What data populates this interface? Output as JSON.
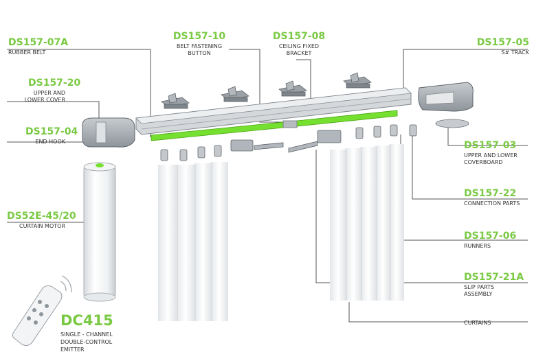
{
  "colors": {
    "accent": "#7ac943",
    "belt": "#76e030",
    "leader": "#555555",
    "text": "#333333"
  },
  "parts": [
    {
      "code": "DS157-07A",
      "desc": [
        "RUBBER BELT"
      ]
    },
    {
      "code": "DS157-20",
      "desc": [
        "UPPER AND",
        "LOWER COVER"
      ]
    },
    {
      "code": "DS157-04",
      "desc": [
        "END HOOK"
      ]
    },
    {
      "code": "DS52E-45/20",
      "desc": [
        "CURTAIN MOTOR"
      ]
    },
    {
      "code": "DS157-10",
      "desc": [
        "BELT FASTENING",
        "BUTTON"
      ]
    },
    {
      "code": "DS157-08",
      "desc": [
        "CEILING FIXED",
        "BRACKET"
      ]
    },
    {
      "code": "DS157-05",
      "desc": [
        "S# TRACK"
      ]
    },
    {
      "code": "DS157-03",
      "desc": [
        "UPPER AND LOWER",
        "COVERBOARD"
      ]
    },
    {
      "code": "DS157-22",
      "desc": [
        "CONNECTION PARTS"
      ]
    },
    {
      "code": "DS157-06",
      "desc": [
        "RUNNERS"
      ]
    },
    {
      "code": "DS157-21A",
      "desc": [
        "SLIP PARTS",
        "ASSEMBLY"
      ]
    },
    {
      "code": "",
      "desc": [
        "CURTAINS"
      ]
    },
    {
      "code": "DC415",
      "desc": [
        "SINGLE - CHANNEL",
        "DOUBLE-CONTROL",
        "EMITTER"
      ]
    }
  ]
}
